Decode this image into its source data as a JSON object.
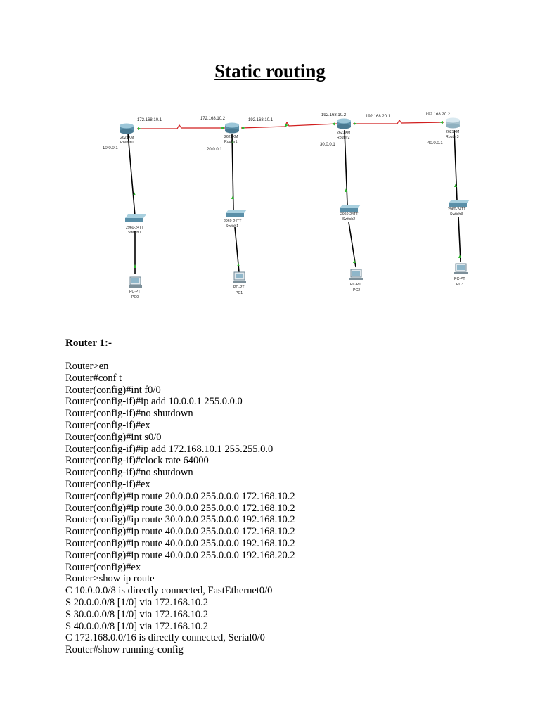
{
  "title": "Static routing",
  "topology": {
    "routers": [
      {
        "model": "2621XM",
        "name": "Router0",
        "lan_ip": "10.0.0.1"
      },
      {
        "model": "2621XM",
        "name": "Router1",
        "lan_ip": "20.0.0.1"
      },
      {
        "model": "2621XM",
        "name": "Router2",
        "lan_ip": "30.0.0.1"
      },
      {
        "model": "2621XM",
        "name": "Router3",
        "lan_ip": "40.0.0.1"
      }
    ],
    "switches": [
      {
        "model": "2960-24TT",
        "name": "Switch0"
      },
      {
        "model": "2960-24TT",
        "name": "Switch1"
      },
      {
        "model": "2960-24TT",
        "name": "Switch2"
      },
      {
        "model": "2960-24TT",
        "name": "Switch3"
      }
    ],
    "pcs": [
      {
        "model": "PC-PT",
        "name": "PC0"
      },
      {
        "model": "PC-PT",
        "name": "PC1"
      },
      {
        "model": "PC-PT",
        "name": "PC2"
      },
      {
        "model": "PC-PT",
        "name": "PC3"
      }
    ],
    "serial_ips": [
      "172.168.10.1",
      "172.168.10.2",
      "192.168.10.1",
      "192.168.10.2",
      "192.168.20.1",
      "192.168.20.2"
    ],
    "colors": {
      "serial_link": "#d11f1f",
      "ethernet_link": "#000000",
      "port_up": "#2fb52f",
      "device_body": "#5a8fa8"
    }
  },
  "section": {
    "heading": "Router 1:-",
    "lines": [
      "Router>en",
      "Router#conf t",
      "Router(config)#int f0/0",
      "Router(config-if)#ip add 10.0.0.1 255.0.0.0",
      "Router(config-if)#no shutdown",
      "Router(config-if)#ex",
      "Router(config)#int s0/0",
      "Router(config-if)#ip add 172.168.10.1 255.255.0.0",
      "Router(config-if)#clock rate 64000",
      "Router(config-if)#no shutdown",
      "Router(config-if)#ex",
      "Router(config)#ip route 20.0.0.0 255.0.0.0 172.168.10.2",
      "Router(config)#ip route 30.0.0.0 255.0.0.0 172.168.10.2",
      "Router(config)#ip route 30.0.0.0 255.0.0.0 192.168.10.2",
      "Router(config)#ip route 40.0.0.0 255.0.0.0 172.168.10.2",
      "Router(config)#ip route 40.0.0.0 255.0.0.0 192.168.10.2",
      "Router(config)#ip route 40.0.0.0 255.0.0.0 192.168.20.2",
      "Router(config)#ex",
      "Router>show ip route",
      "C 10.0.0.0/8 is directly connected, FastEthernet0/0",
      "S 20.0.0.0/8 [1/0] via 172.168.10.2",
      "S 30.0.0.0/8 [1/0] via 172.168.10.2",
      "S 40.0.0.0/8 [1/0] via 172.168.10.2",
      "C 172.168.0.0/16 is directly connected, Serial0/0",
      "Router#show running-config"
    ]
  }
}
